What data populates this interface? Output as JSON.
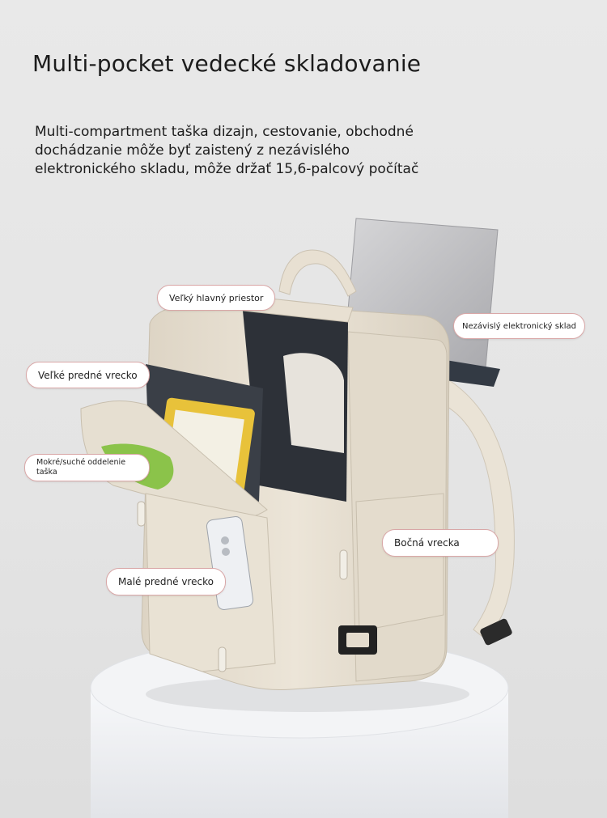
{
  "heading": "Multi-pocket vedecké skladovanie",
  "description": "Multi-compartment taška dizajn, cestovanie, obchodné dochádzanie môže byť zaistený z nezávislého elektronického skladu, môže držať 15,6-palcový počítač",
  "callouts": {
    "main_compartment": "Veľký hlavný priestor",
    "electronics_storage": "Nezávislý elektronický sklad",
    "large_front_pocket": "Veľké predné vrecko",
    "wet_dry_bag": "Mokré/suché oddelenie taška",
    "side_pockets": "Bočná vrecka",
    "small_front_pocket": "Malé predné vrecko"
  },
  "colors": {
    "background": "#e6e6e6",
    "bag_body": "#e8e0d2",
    "laptop": "#c8c8ca",
    "label_border": "#d9a7a7",
    "pedestal": "#f4f5f7"
  }
}
